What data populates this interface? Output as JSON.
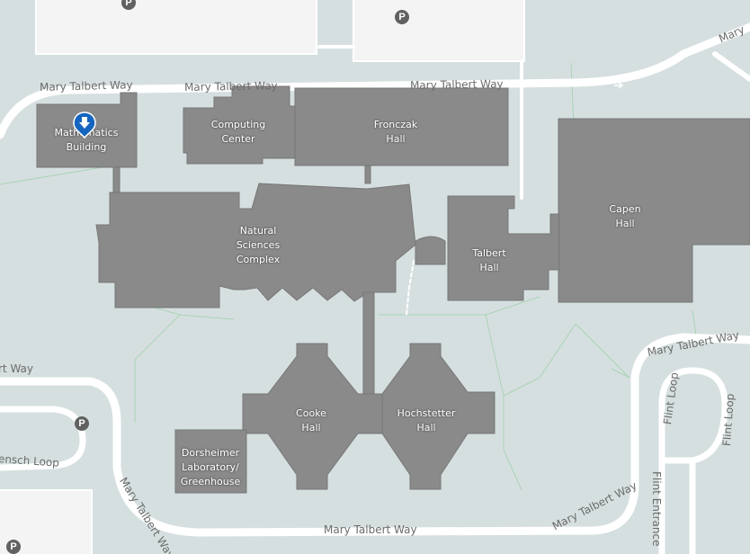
{
  "buildings": [
    {
      "id": "math",
      "label": "Mathematics\nBuilding"
    },
    {
      "id": "computing",
      "label": "Computing\nCenter"
    },
    {
      "id": "fronczak",
      "label": "Fronczak\nHall"
    },
    {
      "id": "capen",
      "label": "Capen\nHall"
    },
    {
      "id": "natural",
      "label": "Natural\nSciences\nComplex"
    },
    {
      "id": "talbert",
      "label": "Talbert\nHall"
    },
    {
      "id": "cooke",
      "label": "Cooke\nHall"
    },
    {
      "id": "hochstetter",
      "label": "Hochstetter\nHall"
    },
    {
      "id": "dorsheimer",
      "label": "Dorsheimer\nLaboratory/\nGreenhouse"
    }
  ],
  "roads": [
    {
      "id": "mtw-top-1",
      "label": "Mary Talbert Way"
    },
    {
      "id": "mtw-top-2",
      "label": "Mary Talbert Way"
    },
    {
      "id": "mtw-top-3",
      "label": "Mary Talbert Way"
    },
    {
      "id": "mtw-corner",
      "label": "Mary"
    },
    {
      "id": "mtw-right",
      "label": "Mary Talbert Way"
    },
    {
      "id": "mtw-left",
      "label": "rt Way"
    },
    {
      "id": "loop-left",
      "label": "ensch Loop"
    },
    {
      "id": "mtw-lower-left",
      "label": "Mary Talbert Way"
    },
    {
      "id": "mtw-bottom",
      "label": "Mary Talbert Way"
    },
    {
      "id": "mtw-lower-right",
      "label": "Mary Talbert Way"
    },
    {
      "id": "flint-loop-1",
      "label": "Flint Loop"
    },
    {
      "id": "flint-loop-2",
      "label": "Flint Loop"
    },
    {
      "id": "flint-entrance",
      "label": "Flint Entrance"
    }
  ],
  "parking_label": "P",
  "colors": {
    "background": "#d6dfe0",
    "building": "#8a8a8a",
    "road": "#ffffff",
    "marker": "#1565c0",
    "path": "#a8d4b4"
  },
  "icons": {
    "marker": "location-pin-icon",
    "parking": "parking-icon",
    "arrow": "one-way-arrow-icon"
  }
}
